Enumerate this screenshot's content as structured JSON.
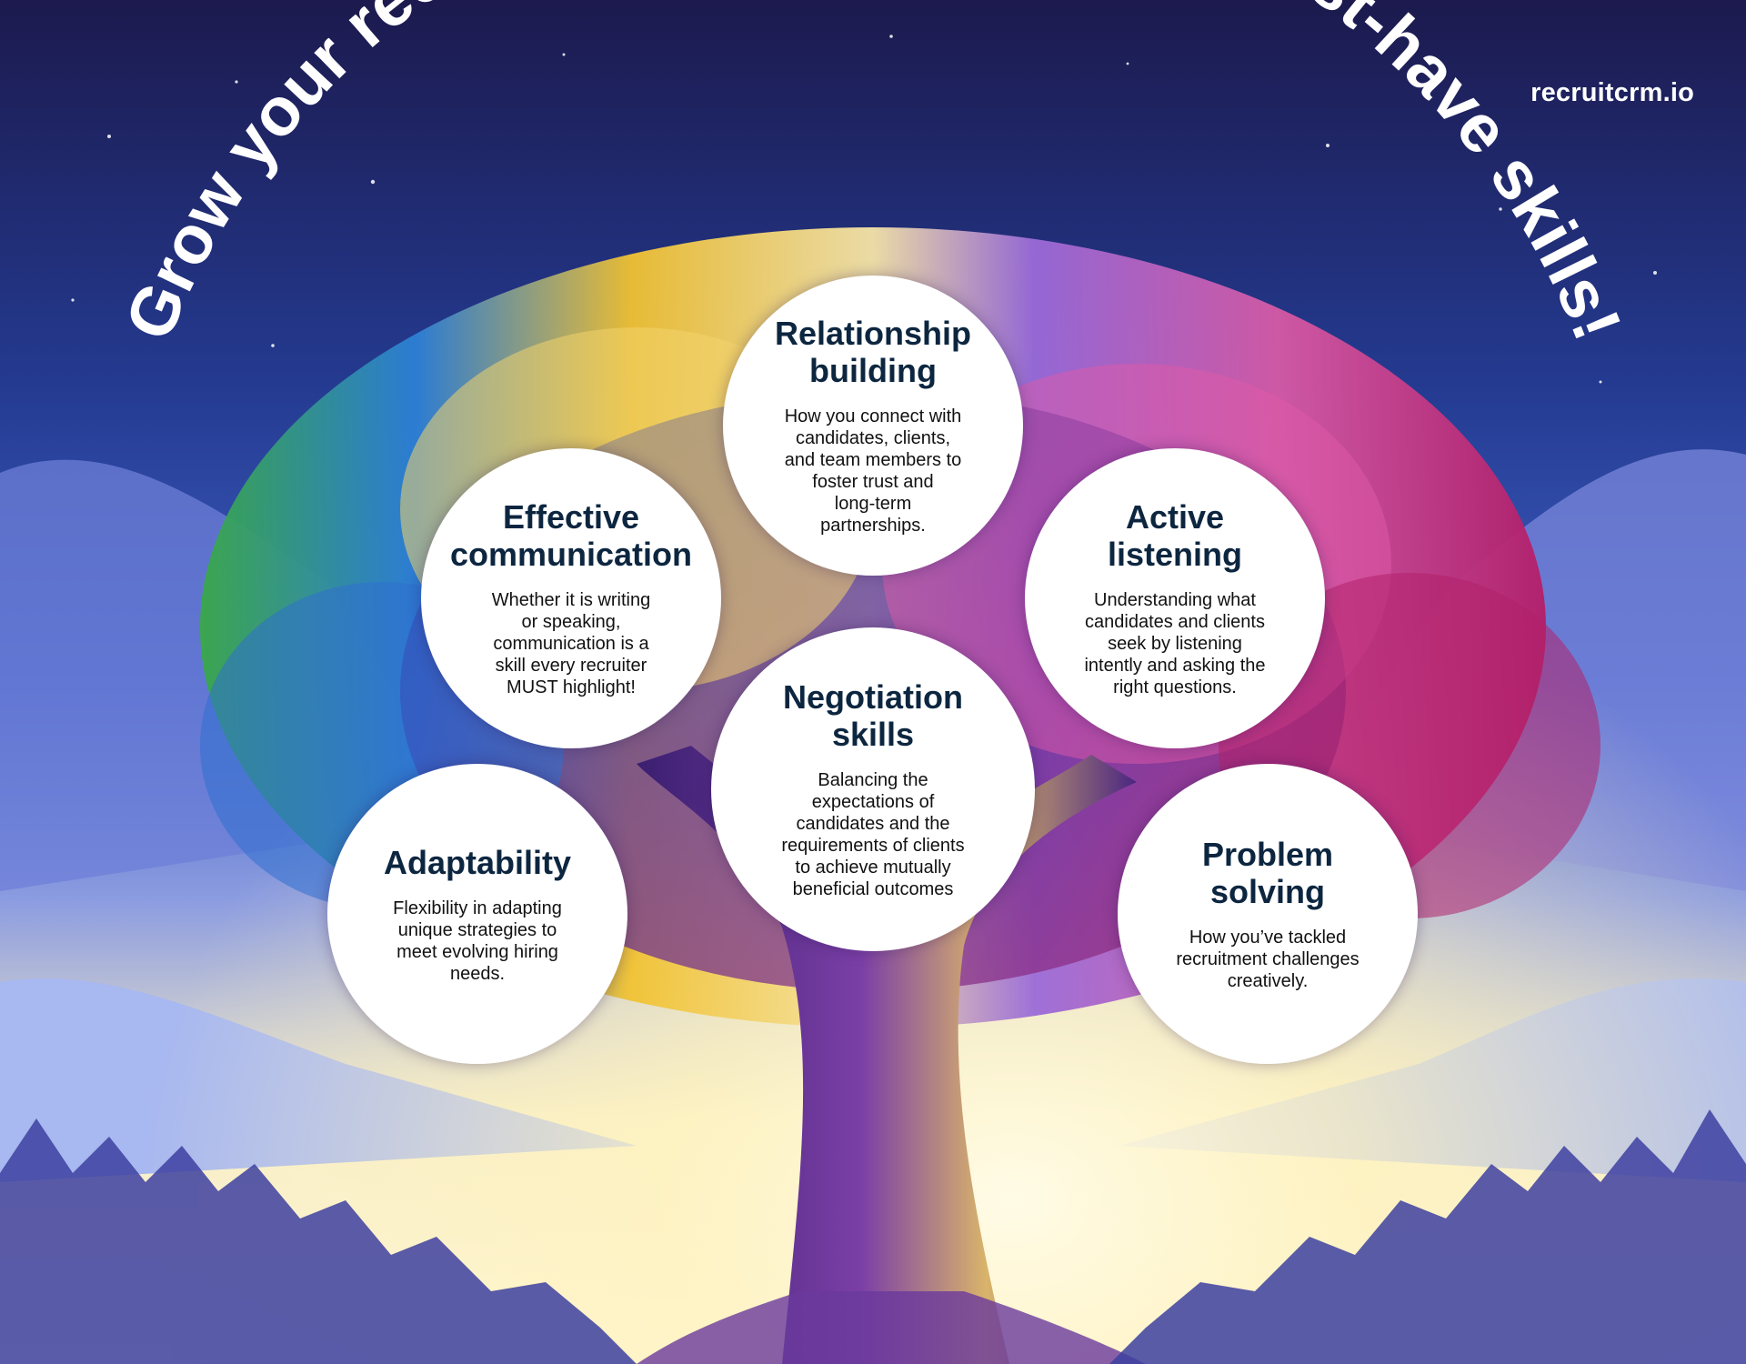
{
  "title": "Grow your recruiter resume with these must-have skills!",
  "brand": "recruitcrm.io",
  "colors": {
    "sky_top": "#1c1a4e",
    "sky_mid": "#2a4aa8",
    "horizon_glow": "#fff6c4",
    "heading": "#0d2640",
    "trunk": "#5a2c86"
  },
  "skills": [
    {
      "title": "Relationship\nbuilding",
      "body": "How you connect with\ncandidates, clients,\nand team members to\nfoster trust and\nlong-term\npartnerships."
    },
    {
      "title": "Effective\ncommunication",
      "body": "Whether it is writing\nor speaking,\ncommunication is a\nskill every recruiter\nMUST highlight!"
    },
    {
      "title": "Active\nlistening",
      "body": "Understanding what\ncandidates and clients\nseek by listening\nintently and asking the\nright questions."
    },
    {
      "title": "Negotiation\nskills",
      "body": "Balancing the\nexpectations of\ncandidates and the\nrequirements of clients\nto achieve mutually\nbeneficial outcomes"
    },
    {
      "title": "Adaptability",
      "body": "Flexibility in adapting\nunique strategies to\nmeet evolving hiring\nneeds."
    },
    {
      "title": "Problem\nsolving",
      "body": "How you’ve tackled\nrecruitment challenges\ncreatively."
    }
  ]
}
